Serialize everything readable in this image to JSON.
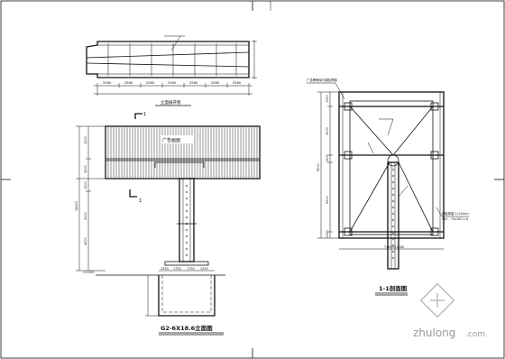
{
  "titles": {
    "plan": "立面展开图",
    "elevation": "G2-6X18.6立面图",
    "section": "1-1剖面图",
    "sign_face": "广告画面"
  },
  "section_markers": {
    "number": "1",
    "letter_left": "Γ",
    "letter_left2": "L"
  },
  "plan_dims": [
    "2560",
    "2560",
    "2560",
    "2560",
    "2560",
    "2560",
    "2560"
  ],
  "elevation_dims": {
    "base_labels": [
      "1250",
      "1750",
      "1750",
      "1250"
    ],
    "left_labels": [
      "1500",
      "3000",
      "1500",
      "3000",
      "4500",
      "18450"
    ],
    "ground_level": "±0.000"
  },
  "section_dims": {
    "left_labels": [
      "1250",
      "3000",
      "1500",
      "3000",
      "1250",
      "9000"
    ],
    "bottom_label": "T1000×1000",
    "notes": [
      "广告牌骨架与钢柱焊接",
      "钢板厚度 t=10mm",
      "5x2 - 75x100 x 6"
    ]
  },
  "watermark": {
    "brand": "zhulong",
    "domain": ".com"
  }
}
